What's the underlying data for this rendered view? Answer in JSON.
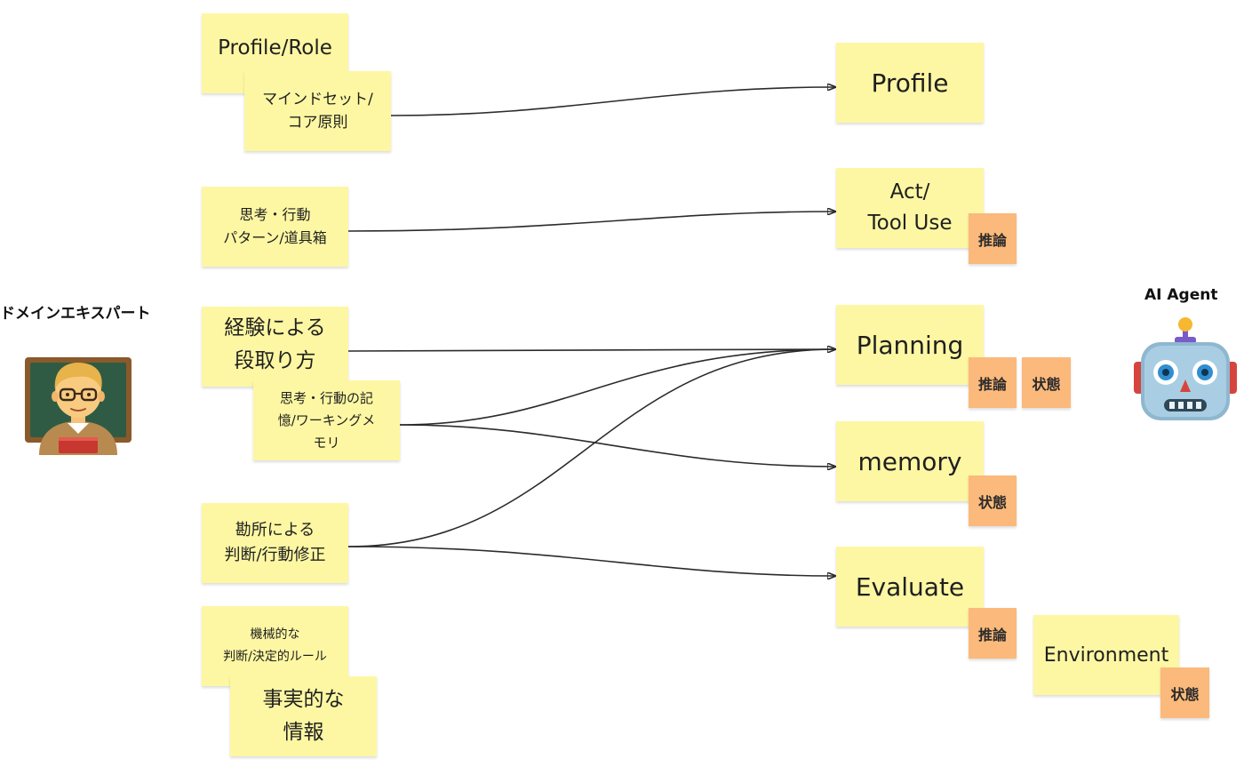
{
  "actors": {
    "domain_expert": {
      "label": "ドメインエキスパート",
      "icon": "teacher-icon"
    },
    "ai_agent": {
      "label": "AI Agent",
      "icon": "robot-icon"
    }
  },
  "left_notes": [
    {
      "id": "profile-role",
      "text": "Profile/Role"
    },
    {
      "id": "mindset",
      "text": "マインドセット/\nコア原則"
    },
    {
      "id": "thinking-patterns",
      "text": "思考・行動\nパターン/道具箱"
    },
    {
      "id": "experience",
      "text": "経験による\n段取り方"
    },
    {
      "id": "memory-working",
      "text": "思考・行動の記\n憶/ワーキングメ\nモリ"
    },
    {
      "id": "intuition",
      "text": "勘所による\n判断/行動修正"
    },
    {
      "id": "mechanical",
      "text": "機械的な\n判断/決定的ルール"
    },
    {
      "id": "facts",
      "text": "事実的な\n情報"
    }
  ],
  "right_notes": [
    {
      "id": "profile",
      "text": "Profile"
    },
    {
      "id": "act-tool",
      "text": "Act/\nTool Use"
    },
    {
      "id": "planning",
      "text": "Planning"
    },
    {
      "id": "memory",
      "text": "memory"
    },
    {
      "id": "evaluate",
      "text": "Evaluate"
    },
    {
      "id": "environment",
      "text": "Environment"
    }
  ],
  "tags": [
    {
      "id": "tag-act-inference",
      "text": "推論"
    },
    {
      "id": "tag-planning-inference",
      "text": "推論"
    },
    {
      "id": "tag-planning-state",
      "text": "状態"
    },
    {
      "id": "tag-memory-state",
      "text": "状態"
    },
    {
      "id": "tag-evaluate-inference",
      "text": "推論"
    },
    {
      "id": "tag-environment-state",
      "text": "状態"
    }
  ],
  "edges": [
    {
      "from": "mindset",
      "to": "profile"
    },
    {
      "from": "thinking-patterns",
      "to": "act-tool"
    },
    {
      "from": "experience",
      "to": "planning"
    },
    {
      "from": "memory-working",
      "to": "planning"
    },
    {
      "from": "memory-working",
      "to": "memory"
    },
    {
      "from": "intuition",
      "to": "planning"
    },
    {
      "from": "intuition",
      "to": "evaluate"
    }
  ],
  "colors": {
    "sticky": "#fdf7a3",
    "tag": "#fbb97b",
    "edge": "#2b2b2b"
  }
}
